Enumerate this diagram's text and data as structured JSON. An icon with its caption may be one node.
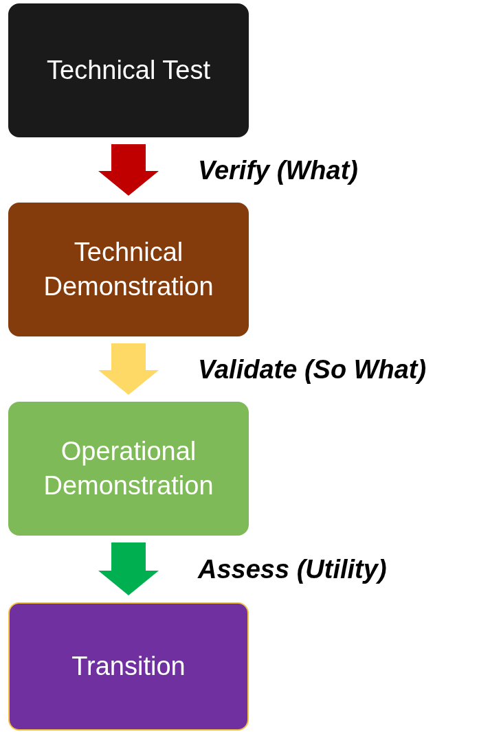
{
  "diagram": {
    "nodes": [
      {
        "text": [
          "Technical Test"
        ]
      },
      {
        "text": [
          "Technical Demonstration"
        ]
      },
      {
        "text": [
          "Operational Demonstration"
        ]
      },
      {
        "text": [
          "Transition"
        ]
      }
    ],
    "edges": [
      {
        "from": 0,
        "to": 1,
        "arrow": "to",
        "label": "Verify (What)",
        "style": "thick",
        "color": "#c00000"
      },
      {
        "from": 1,
        "to": 2,
        "arrow": "to",
        "label": "Validate (So What)",
        "style": "thick",
        "color": "#ffd966"
      },
      {
        "from": 2,
        "to": 3,
        "arrow": "to",
        "label": "Assess (Utility)",
        "style": "thick",
        "color": "#00b050"
      }
    ]
  }
}
